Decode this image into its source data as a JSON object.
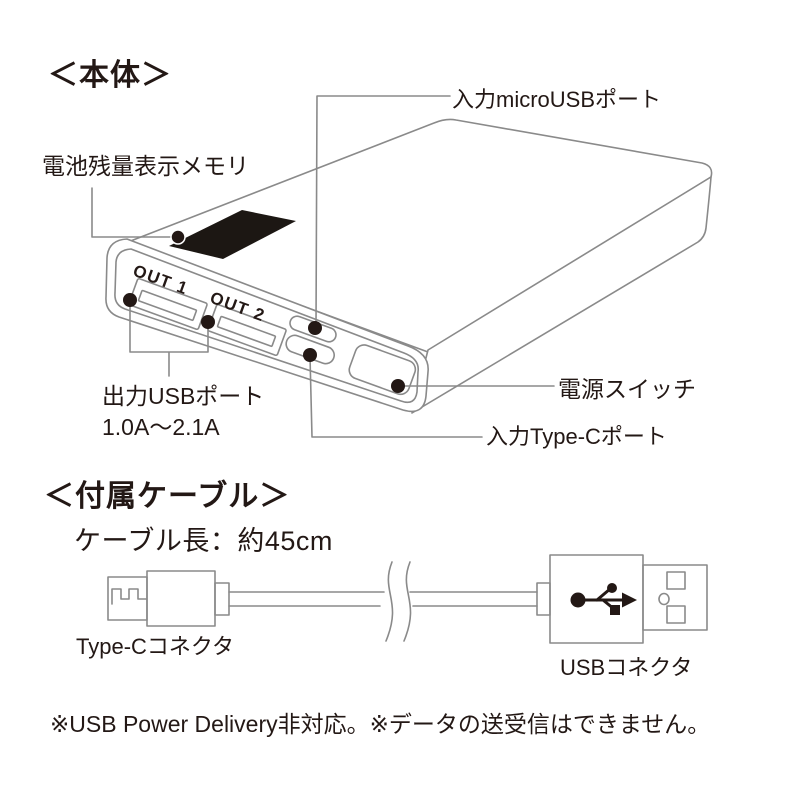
{
  "main_unit": {
    "title": "＜本体＞",
    "labels": {
      "battery_indicator": "電池残量表示メモリ",
      "micro_usb_input": "入力microUSBポート",
      "usb_output_line1": "出力USBポート",
      "usb_output_line2": "1.0A～2.1A",
      "power_switch": "電源スイッチ",
      "type_c_input": "入力Type-Cポート",
      "port1": "OUT 1",
      "port2": "OUT 2"
    }
  },
  "cable": {
    "title": "＜付属ケーブル＞",
    "length": "ケーブル長：約45cm",
    "labels": {
      "type_c_connector": "Type-Cコネクタ",
      "usb_connector": "USBコネクタ"
    }
  },
  "note": "※USB Power Delivery非対応。※データの送受信はできません。",
  "colors": {
    "text": "#231815",
    "line": "#8a8a8a",
    "display_black": "#1c1713",
    "background": "#ffffff"
  }
}
